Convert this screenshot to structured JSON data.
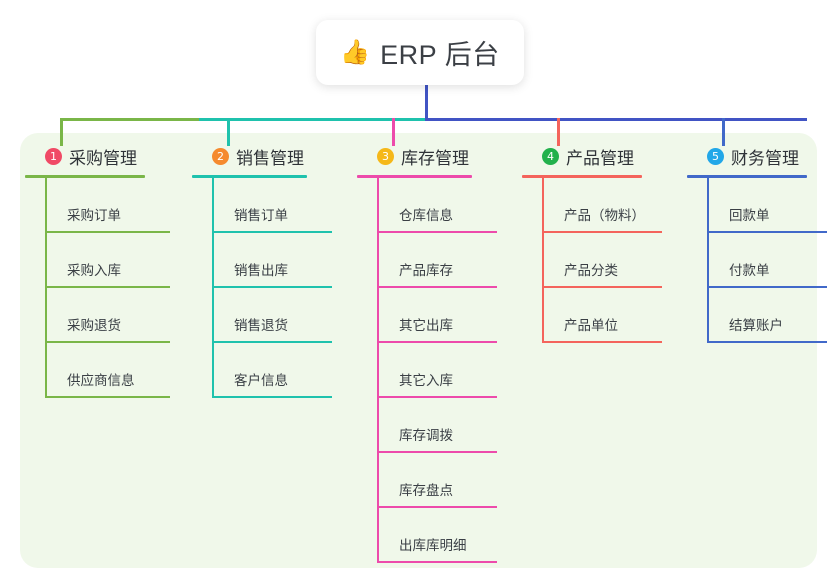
{
  "root": {
    "icon": "thumbs-up-icon",
    "emoji": "👍",
    "title": "ERP 后台"
  },
  "theme": {
    "panel_bg": "#f0f8ea",
    "card_bg": "#ffffff",
    "text": "#3a3f45"
  },
  "columns": [
    {
      "number": "1",
      "title": "采购管理",
      "badge_color": "#f04a66",
      "line_color": "#7ab648",
      "items": [
        {
          "label": "采购订单"
        },
        {
          "label": "采购入库"
        },
        {
          "label": "采购退货"
        },
        {
          "label": "供应商信息"
        }
      ]
    },
    {
      "number": "2",
      "title": "销售管理",
      "badge_color": "#f58a2e",
      "line_color": "#1fc2ad",
      "items": [
        {
          "label": "销售订单"
        },
        {
          "label": "销售出库"
        },
        {
          "label": "销售退货"
        },
        {
          "label": "客户信息"
        }
      ]
    },
    {
      "number": "3",
      "title": "库存管理",
      "badge_color": "#f5b819",
      "line_color": "#ed4bab",
      "items": [
        {
          "label": "仓库信息"
        },
        {
          "label": "产品库存"
        },
        {
          "label": "其它出库"
        },
        {
          "label": "其它入库"
        },
        {
          "label": "库存调拨"
        },
        {
          "label": "库存盘点"
        },
        {
          "label": "出库库明细"
        }
      ]
    },
    {
      "number": "4",
      "title": "产品管理",
      "badge_color": "#22b14c",
      "line_color": "#f4645c",
      "items": [
        {
          "label": "产品（物料）"
        },
        {
          "label": "产品分类"
        },
        {
          "label": "产品单位"
        }
      ]
    },
    {
      "number": "5",
      "title": "财务管理",
      "badge_color": "#22a7e8",
      "line_color": "#4169c9",
      "items": [
        {
          "label": "回款单"
        },
        {
          "label": "付款单"
        },
        {
          "label": "结算账户"
        }
      ]
    }
  ],
  "connectors": {
    "stem_color": "#4154c4",
    "segments": [
      {
        "name": "bus-green",
        "color": "#7ab648"
      },
      {
        "name": "bus-teal",
        "color": "#1fc2ad"
      },
      {
        "name": "bus-indigo",
        "color": "#4154c4"
      }
    ],
    "drops": [
      {
        "name": "drop-purchase",
        "color": "#7ab648"
      },
      {
        "name": "drop-sales",
        "color": "#1fc2ad"
      },
      {
        "name": "drop-inventory",
        "color": "#ed4bab"
      },
      {
        "name": "drop-product",
        "color": "#f4645c"
      },
      {
        "name": "drop-finance",
        "color": "#4169c9"
      }
    ]
  }
}
